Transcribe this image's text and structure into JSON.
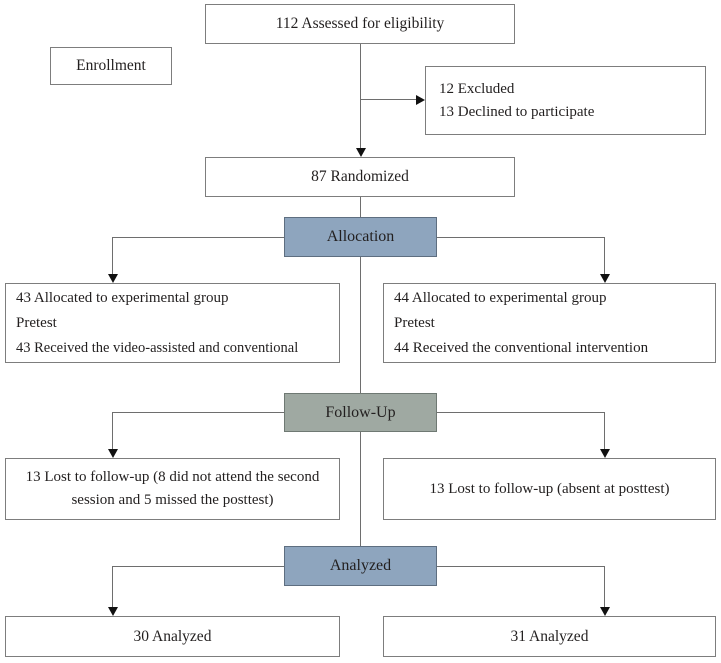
{
  "diagram": {
    "type": "consort-flow",
    "enrollment_label": "Enrollment",
    "boxes": {
      "assessed": "112 Assessed for eligibility",
      "excluded_lines": [
        "12 Excluded",
        "13 Declined to participate"
      ],
      "randomized": "87 Randomized",
      "allocation_stage": "Allocation",
      "left_group_lines": [
        "43 Allocated to experimental group",
        "Pretest",
        "43 Received the video-assisted and conventional"
      ],
      "right_group_lines": [
        "44 Allocated to experimental group",
        "Pretest",
        "44 Received the conventional intervention"
      ],
      "followup_stage": "Follow-Up",
      "left_lost": "13 Lost to follow-up (8 did not attend the second session and 5 missed the posttest)",
      "right_lost": "13 Lost to follow-up (absent at posttest)",
      "analyzed_stage": "Analyzed",
      "left_analyzed": "30 Analyzed",
      "right_analyzed": "31 Analyzed"
    },
    "colors": {
      "allocation_fill": "#8ea5be",
      "analyzed_fill": "#8ea5be",
      "followup_fill": "#9fa9a2",
      "box_border": "#7d7d7d",
      "connector_line": "#6e6e6e",
      "arrowhead": "#111111",
      "text": "#221f1f"
    }
  }
}
